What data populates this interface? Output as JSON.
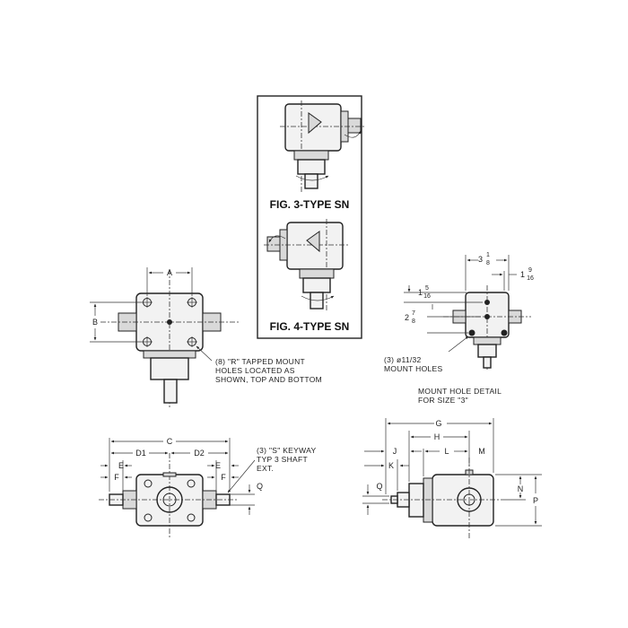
{
  "figures": {
    "fig3_caption": "FIG. 3-TYPE SN",
    "fig4_caption": "FIG. 4-TYPE SN"
  },
  "top_view": {
    "dim_a": "A",
    "dim_b": "B",
    "note_line1": "(8) \"R\" TAPPED MOUNT",
    "note_line2": "HOLES LOCATED AS",
    "note_line3": "SHOWN, TOP AND BOTTOM"
  },
  "mount_detail": {
    "dim_top_whole": "3",
    "dim_top_num": "1",
    "dim_top_den": "8",
    "dim_right_whole": "1",
    "dim_right_num": "9",
    "dim_right_den": "16",
    "dim_left_whole": "1",
    "dim_left_num": "5",
    "dim_left_den": "16",
    "dim_mid_whole": "2",
    "dim_mid_num": "7",
    "dim_mid_den": "8",
    "holes_line1": "(3) ø11/32",
    "holes_line2": "MOUNT HOLES",
    "caption_line1": "MOUNT HOLE DETAIL",
    "caption_line2": "FOR SIZE \"3\""
  },
  "front_view": {
    "dim_c": "C",
    "dim_d1": "D1",
    "dim_d2": "D2",
    "dim_e_left": "E",
    "dim_e_right": "E",
    "dim_f_left": "F",
    "dim_f_right": "F",
    "dim_q": "Q",
    "keyway_line1": "(3) \"S\" KEYWAY",
    "keyway_line2": "TYP 3 SHAFT",
    "keyway_line3": "EXT."
  },
  "side_view": {
    "dim_g": "G",
    "dim_h": "H",
    "dim_j": "J",
    "dim_k": "K",
    "dim_l": "L",
    "dim_m": "M",
    "dim_n": "N",
    "dim_p": "P",
    "dim_q": "Q"
  }
}
